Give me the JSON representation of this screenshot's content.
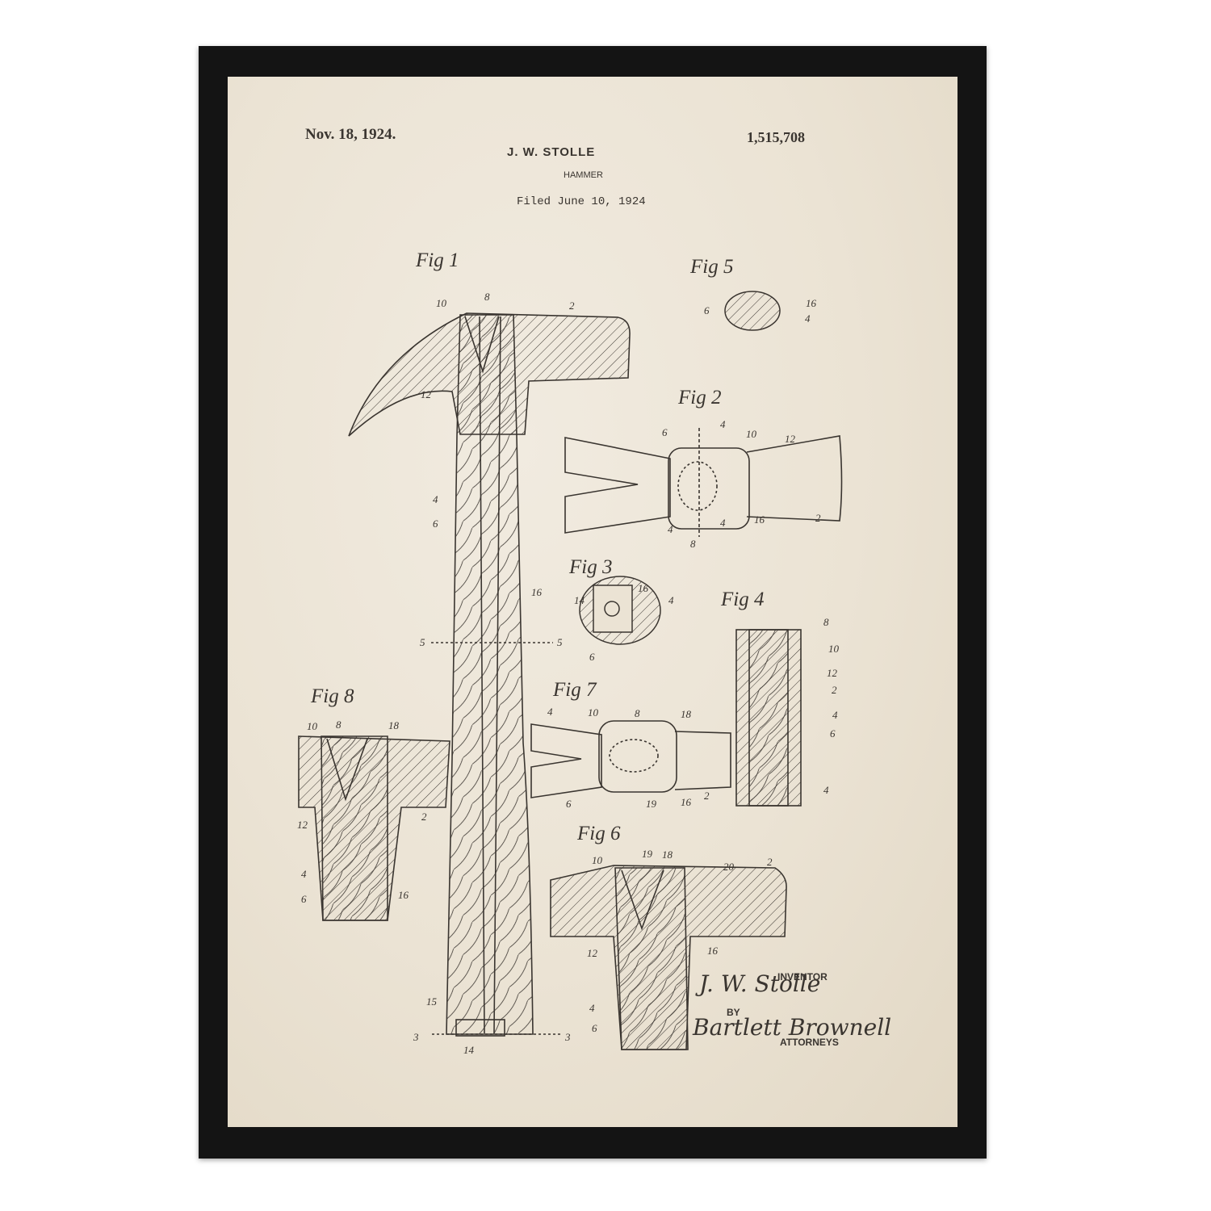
{
  "header": {
    "date": "Nov. 18, 1924.",
    "patent_number": "1,515,708",
    "inventor": "J. W. STOLLE",
    "title": "HAMMER",
    "filed": "Filed June 10, 1924"
  },
  "figures": {
    "fig1": "Fig 1",
    "fig2": "Fig 2",
    "fig3": "Fig 3",
    "fig4": "Fig 4",
    "fig5": "Fig 5",
    "fig6": "Fig 6",
    "fig7": "Fig 7",
    "fig8": "Fig 8"
  },
  "signature": {
    "inventor_caption": "INVENTOR",
    "inventor_signature": "J. W. Stolle",
    "by": "BY",
    "attorney_signature": "Bartlett Brownell",
    "attorneys_caption": "ATTORNEYS"
  },
  "colors": {
    "frame": "#141414",
    "paper": "#ebe3d4",
    "ink": "#3a3530"
  }
}
